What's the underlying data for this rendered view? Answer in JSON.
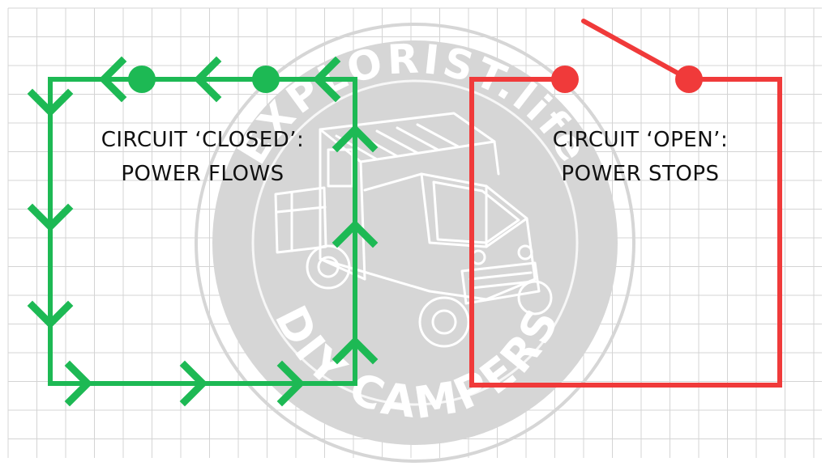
{
  "colors": {
    "grid": "#d4d4d4",
    "closed": "#1db954",
    "open": "#f03a3a",
    "watermark": "#d6d6d6",
    "text": "#111111"
  },
  "watermark": {
    "top_text": "EXPLORIST.life",
    "bottom_text": "DIY CAMPERS",
    "icon": "camper-van-icon"
  },
  "closed_circuit": {
    "label_line1": "CIRCUIT ‘CLOSED’:",
    "label_line2": "POWER FLOWS",
    "state": "closed",
    "arrow_icon": "chevron-arrow-icon"
  },
  "open_circuit": {
    "label_line1": "CIRCUIT ‘OPEN’:",
    "label_line2": "POWER STOPS",
    "state": "open",
    "switch_icon": "open-switch-icon"
  }
}
